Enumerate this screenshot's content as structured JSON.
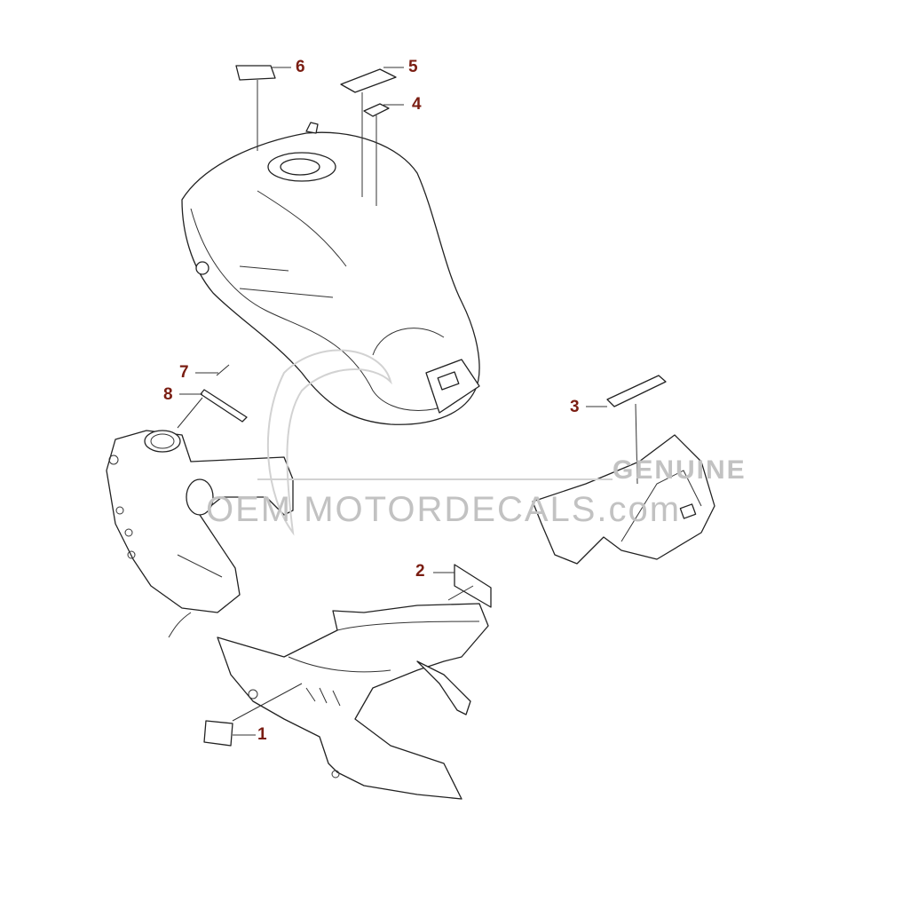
{
  "diagram": {
    "callouts": [
      {
        "number": "1"
      },
      {
        "number": "2"
      },
      {
        "number": "3"
      },
      {
        "number": "4"
      },
      {
        "number": "5"
      },
      {
        "number": "6"
      },
      {
        "number": "7"
      },
      {
        "number": "8"
      }
    ],
    "label_color": "#7a1d12"
  },
  "watermark": {
    "line1": "GENUINE",
    "line2": "OEM MOTORDECALS.com"
  }
}
